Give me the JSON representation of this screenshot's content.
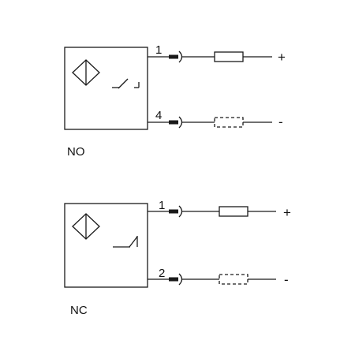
{
  "diagrams": {
    "no": {
      "caption": "NO",
      "pins": [
        "1",
        "4"
      ],
      "polarity": [
        "+",
        "-"
      ]
    },
    "nc": {
      "caption": "NC",
      "pins": [
        "1",
        "2"
      ],
      "polarity": [
        "+",
        "-"
      ]
    }
  },
  "colors": {
    "line": "#1a1a1a",
    "background": "#ffffff"
  },
  "icons": [
    "sensor-face-icon",
    "no-contact-icon",
    "nc-contact-icon",
    "connector-plug-icon",
    "load-resistor-icon"
  ]
}
